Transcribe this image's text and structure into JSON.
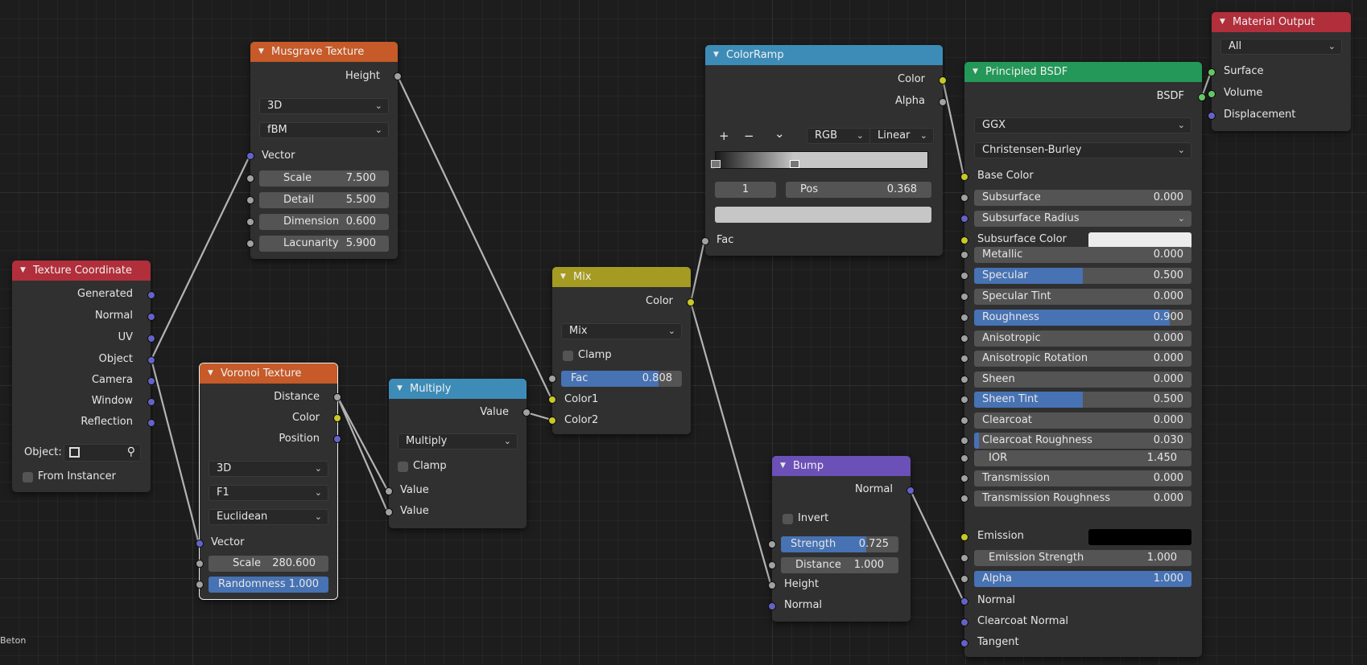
{
  "background_label": "Beton",
  "texture_coordinate": {
    "title": "Texture Coordinate",
    "outputs": [
      "Generated",
      "Normal",
      "UV",
      "Object",
      "Camera",
      "Window",
      "Reflection"
    ],
    "object_label": "Object:",
    "from_instancer": "From Instancer"
  },
  "musgrave": {
    "title": "Musgrave Texture",
    "output": "Height",
    "dimensions": "3D",
    "type": "fBM",
    "vector": "Vector",
    "fields": [
      {
        "label": "Scale",
        "value": "7.500"
      },
      {
        "label": "Detail",
        "value": "5.500"
      },
      {
        "label": "Dimension",
        "value": "0.600"
      },
      {
        "label": "Lacunarity",
        "value": "5.900"
      }
    ]
  },
  "voronoi": {
    "title": "Voronoi Texture",
    "outputs": [
      "Distance",
      "Color",
      "Position"
    ],
    "dimensions": "3D",
    "feature": "F1",
    "metric": "Euclidean",
    "vector": "Vector",
    "scale_label": "Scale",
    "scale_value": "280.600",
    "randomness_label": "Randomness",
    "randomness_value": "1.000"
  },
  "multiply": {
    "title": "Multiply",
    "output": "Value",
    "operation": "Multiply",
    "clamp": "Clamp",
    "inputs": [
      "Value",
      "Value"
    ]
  },
  "mix": {
    "title": "Mix",
    "output": "Color",
    "blend": "Mix",
    "clamp": "Clamp",
    "fac_label": "Fac",
    "fac_value": "0.808",
    "fac_fraction": 0.808,
    "inputs": [
      "Color1",
      "Color2"
    ]
  },
  "colorramp": {
    "title": "ColorRamp",
    "outputs": [
      "Color",
      "Alpha"
    ],
    "add": "+",
    "remove": "−",
    "more": "⌄",
    "color_mode": "RGB",
    "interpolation": "Linear",
    "stop_index": "1",
    "pos_label": "Pos",
    "pos_value": "0.368",
    "stop_position": 0.368,
    "input": "Fac"
  },
  "bump": {
    "title": "Bump",
    "output": "Normal",
    "invert": "Invert",
    "strength_label": "Strength",
    "strength_value": "0.725",
    "strength_fraction": 0.725,
    "distance_label": "Distance",
    "distance_value": "1.000",
    "inputs": [
      "Height",
      "Normal"
    ]
  },
  "principled": {
    "title": "Principled BSDF",
    "output": "BSDF",
    "distribution": "GGX",
    "subsurface_method": "Christensen-Burley",
    "base_color": "Base Color",
    "subsurface": {
      "label": "Subsurface",
      "value": "0.000"
    },
    "subsurface_radius": "Subsurface Radius",
    "subsurface_color": "Subsurface Color",
    "fields": [
      {
        "label": "Metallic",
        "value": "0.000",
        "fill": 0
      },
      {
        "label": "Specular",
        "value": "0.500",
        "fill": 0.5
      },
      {
        "label": "Specular Tint",
        "value": "0.000",
        "fill": 0
      },
      {
        "label": "Roughness",
        "value": "0.900",
        "fill": 0.9
      },
      {
        "label": "Anisotropic",
        "value": "0.000",
        "fill": 0
      },
      {
        "label": "Anisotropic Rotation",
        "value": "0.000",
        "fill": 0
      },
      {
        "label": "Sheen",
        "value": "0.000",
        "fill": 0
      },
      {
        "label": "Sheen Tint",
        "value": "0.500",
        "fill": 0.5
      },
      {
        "label": "Clearcoat",
        "value": "0.000",
        "fill": 0
      },
      {
        "label": "Clearcoat Roughness",
        "value": "0.030",
        "fill": 0.03
      }
    ],
    "ior": {
      "label": "IOR",
      "value": "1.450"
    },
    "transmission": {
      "label": "Transmission",
      "value": "0.000"
    },
    "transmission_roughness": {
      "label": "Transmission Roughness",
      "value": "0.000"
    },
    "emission": "Emission",
    "emission_strength": {
      "label": "Emission Strength",
      "value": "1.000"
    },
    "alpha": {
      "label": "Alpha",
      "value": "1.000"
    },
    "inputs_bottom": [
      "Normal",
      "Clearcoat Normal",
      "Tangent"
    ],
    "subsurface_color_hex": "#ececec",
    "emission_color_hex": "#000000"
  },
  "material_output": {
    "title": "Material Output",
    "target": "All",
    "inputs": [
      "Surface",
      "Volume",
      "Displacement"
    ]
  },
  "colors": {
    "texture_header": "#c65a28",
    "input_header": "#b12e3b",
    "converter_header": "#3d8cb8",
    "color_header": "#a59a22",
    "vector_header": "#6b50b8",
    "shader_header": "#249858",
    "slider_fill": "#4772b3"
  }
}
